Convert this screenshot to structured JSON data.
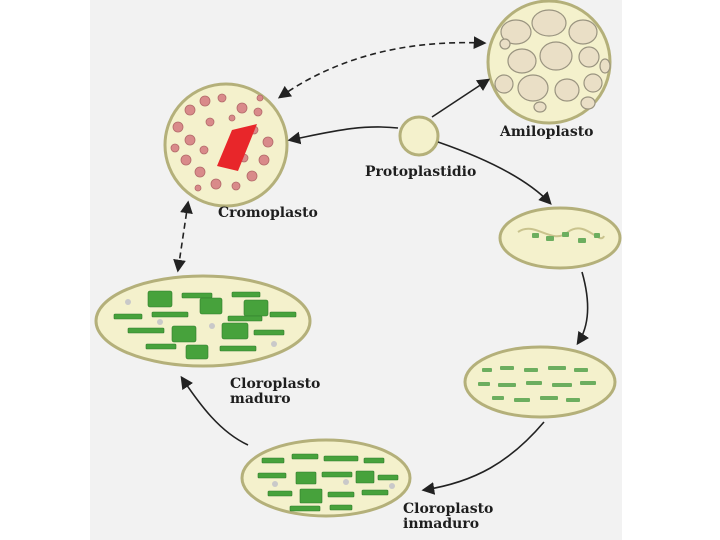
{
  "labels": {
    "amiloplasto": "Amiloplasto",
    "protoplastidio": "Protoplastidio",
    "cromoplasto": "Cromoplasto",
    "cloroplasto_maduro_1": "Cloroplasto",
    "cloroplasto_maduro_2": "maduro",
    "cloroplasto_inmaduro_1": "Cloroplasto",
    "cloroplasto_inmaduro_2": "inmaduro"
  },
  "colors": {
    "membrane_fill": "#f4f1cc",
    "membrane_stroke": "#b4b07a",
    "starch_grain": "#eadfc6",
    "chromo_globule": "#d98a8a",
    "chromo_crystal": "#e8262a",
    "thylakoid": "#47a23c",
    "arrow": "#222222"
  }
}
